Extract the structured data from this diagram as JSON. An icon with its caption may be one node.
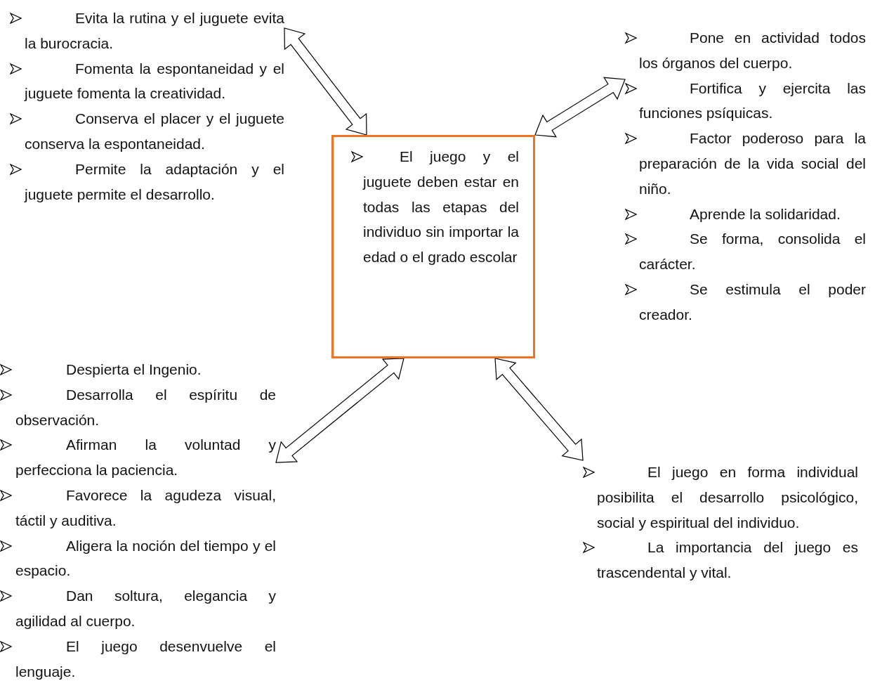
{
  "diagram": {
    "nodes": [
      {
        "text": [
          "Evita la rutina y el juguete evita la burocracia.",
          "Fomenta la espontaneidad y el juguete fomenta la creatividad.",
          "Conserva el placer y el juguete conserva la espontaneidad.",
          "Permite la adaptación y el juguete permite el desarrollo."
        ]
      },
      {
        "text": [
          "Pone en actividad todos los órganos del cuerpo.",
          "Fortifica y ejercita las funciones psíquicas.",
          "Factor poderoso para la preparación de la vida social del niño.",
          "Aprende la solidaridad.",
          "Se forma, consolida el carácter.",
          "Se estimula el poder creador."
        ]
      },
      {
        "text": [
          "El juego y el juguete deben estar en todas las etapas del individuo sin importar la edad o el grado escolar"
        ]
      },
      {
        "text": [
          "Despierta el Ingenio.",
          "Desarrolla el espíritu de observación.",
          "Afirman la voluntad y perfecciona la paciencia.",
          "Favorece la agudeza visual, táctil y auditiva.",
          "Aligera la noción del tiempo y el espacio.",
          "Dan soltura, elegancia y agilidad al cuerpo.",
          "El juego desenvuelve el lenguaje."
        ]
      },
      {
        "text": [
          "El juego en forma individual posibilita el desarrollo psicológico, social y espiritual del individuo.",
          "La importancia del juego es trascendental y vital."
        ]
      }
    ],
    "edges": [
      {
        "from": 2,
        "to": 0,
        "arrow": "both"
      },
      {
        "from": 2,
        "to": 1,
        "arrow": "both"
      },
      {
        "from": 2,
        "to": 3,
        "arrow": "both"
      },
      {
        "from": 2,
        "to": 4,
        "arrow": "both"
      }
    ]
  }
}
